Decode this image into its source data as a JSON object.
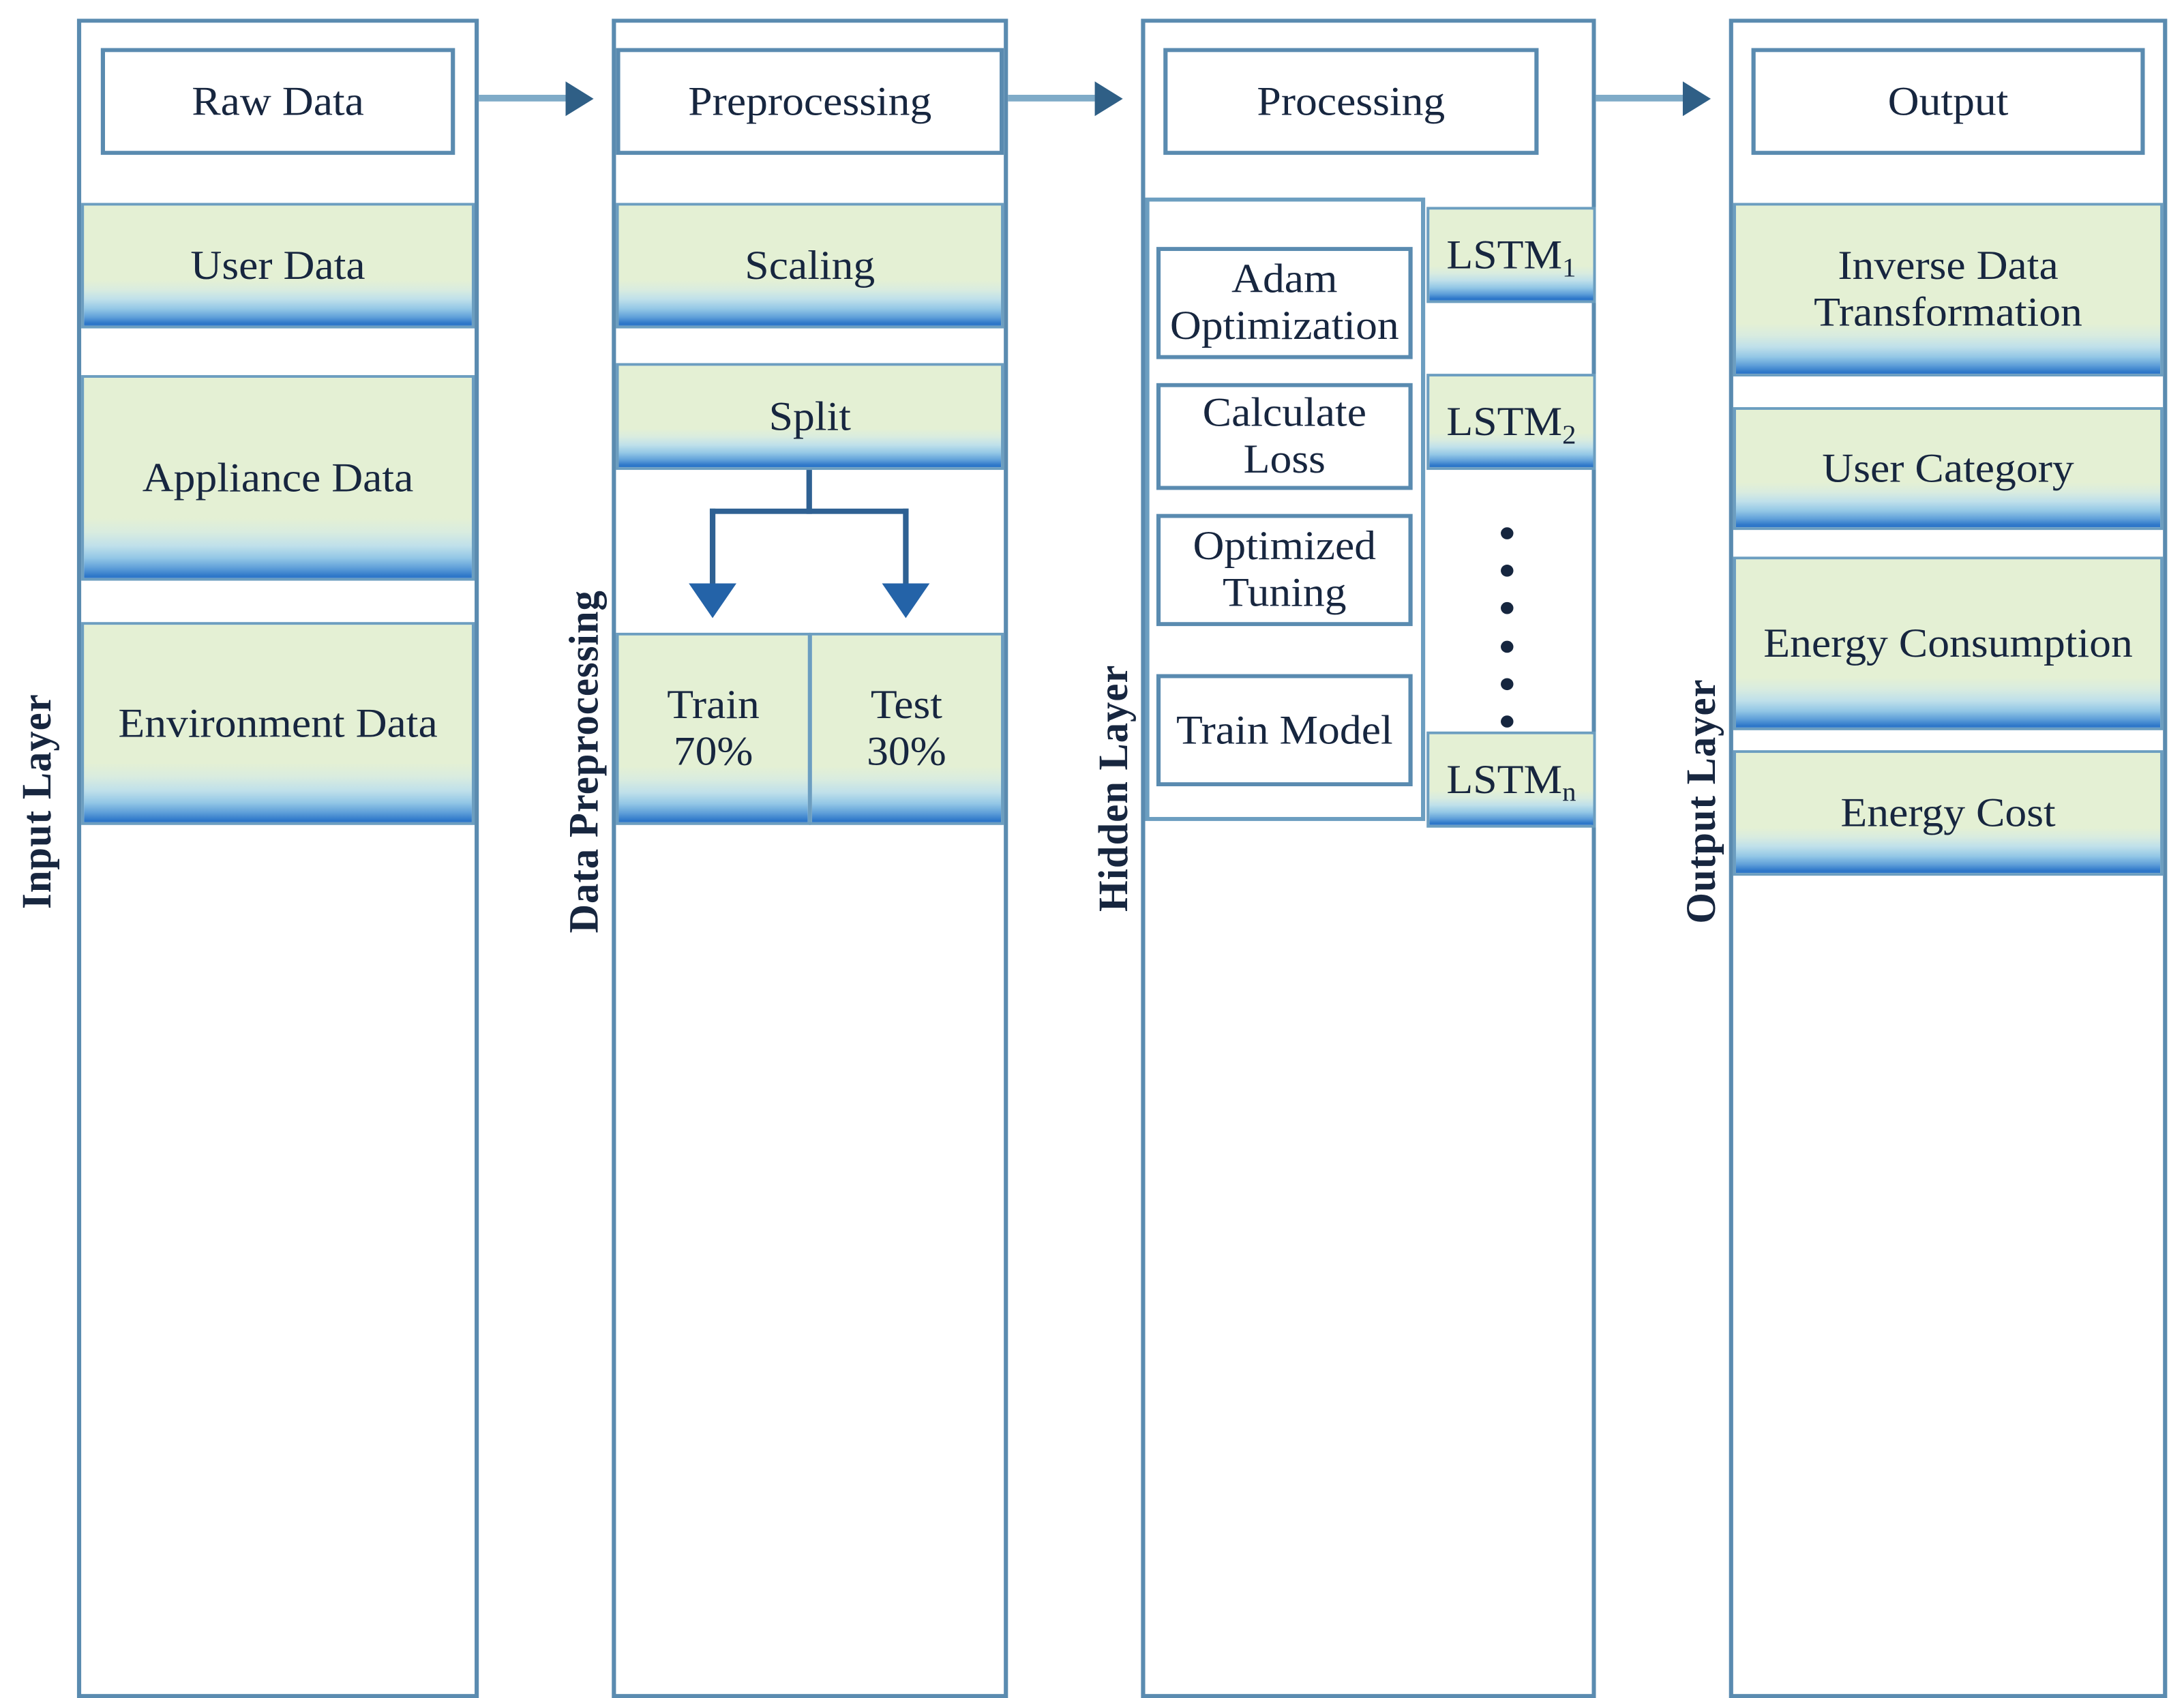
{
  "diagram": {
    "title": "LSTM energy prediction pipeline",
    "colors": {
      "green_fill": "#e4f0d4",
      "blue_gradient_end": "#2e77c9",
      "frame_border": "#5a8bb0",
      "connector": "#7fabc8",
      "text": "#17263f"
    }
  },
  "input_layer": {
    "side_label": "Input Layer",
    "header": "Raw Data",
    "items": [
      {
        "label": "User Data"
      },
      {
        "label": "Appliance Data"
      },
      {
        "label": "Environment Data"
      }
    ]
  },
  "preprocessing_layer": {
    "side_label": "Data Preprocessing",
    "header": "Preprocessing",
    "items": [
      {
        "label": "Scaling"
      },
      {
        "label": "Split"
      }
    ],
    "split_outputs": [
      {
        "label": "Train\n70%"
      },
      {
        "label": "Test\n30%"
      }
    ]
  },
  "hidden_layer": {
    "side_label": "Hidden Layer",
    "header": "Processing",
    "steps": [
      {
        "label": "Adam\nOptimization"
      },
      {
        "label": "Calculate\nLoss"
      },
      {
        "label": "Optimized\nTuning"
      },
      {
        "label": "Train Model"
      }
    ],
    "lstm_units": [
      {
        "base": "LSTM",
        "sub": "1"
      },
      {
        "base": "LSTM",
        "sub": "2"
      },
      {
        "base": "LSTM",
        "sub": "n"
      }
    ],
    "ellipsis_dot_count": 6
  },
  "output_layer": {
    "side_label": "Output Layer",
    "header": "Output",
    "items": [
      {
        "label": "Inverse Data Transformation"
      },
      {
        "label": "User Category"
      },
      {
        "label": "Energy Consumption"
      },
      {
        "label": "Energy Cost"
      }
    ]
  },
  "connectors": [
    {
      "from": "input_layer",
      "to": "preprocessing_layer",
      "type": "arrow-right"
    },
    {
      "from": "preprocessing_layer",
      "to": "hidden_layer",
      "type": "arrow-right"
    },
    {
      "from": "hidden_layer",
      "to": "output_layer",
      "type": "arrow-right"
    },
    {
      "from": "Split",
      "to": "Train 70%",
      "type": "arrow-down"
    },
    {
      "from": "Split",
      "to": "Test 30%",
      "type": "arrow-down"
    }
  ]
}
